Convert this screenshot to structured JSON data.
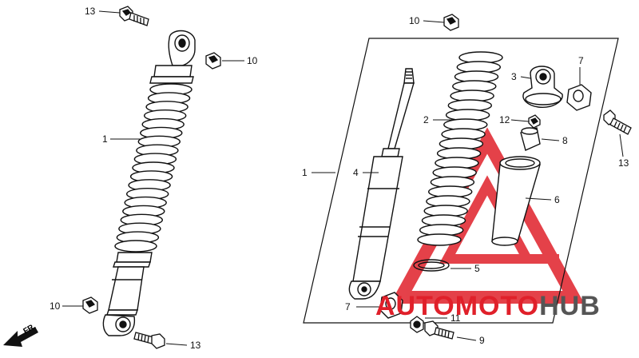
{
  "callouts": {
    "c13_top": "13",
    "c10_left_top": "10",
    "c1_left": "1",
    "c10_left_bottom": "10",
    "c13_left_bottom": "13",
    "c10_right_top": "10",
    "c7_top": "7",
    "c3": "3",
    "c2": "2",
    "c12": "12",
    "c8": "8",
    "c13_right": "13",
    "c1_right": "1",
    "c4": "4",
    "c6": "6",
    "c5": "5",
    "c7_bottom": "7",
    "c11": "11",
    "c9": "9"
  },
  "direction_label": "FR.",
  "watermark": {
    "part1": "AUTO",
    "part2": "MOTO",
    "part3": "HUB",
    "color_red": "#e0202a",
    "color_gray": "#555555"
  }
}
